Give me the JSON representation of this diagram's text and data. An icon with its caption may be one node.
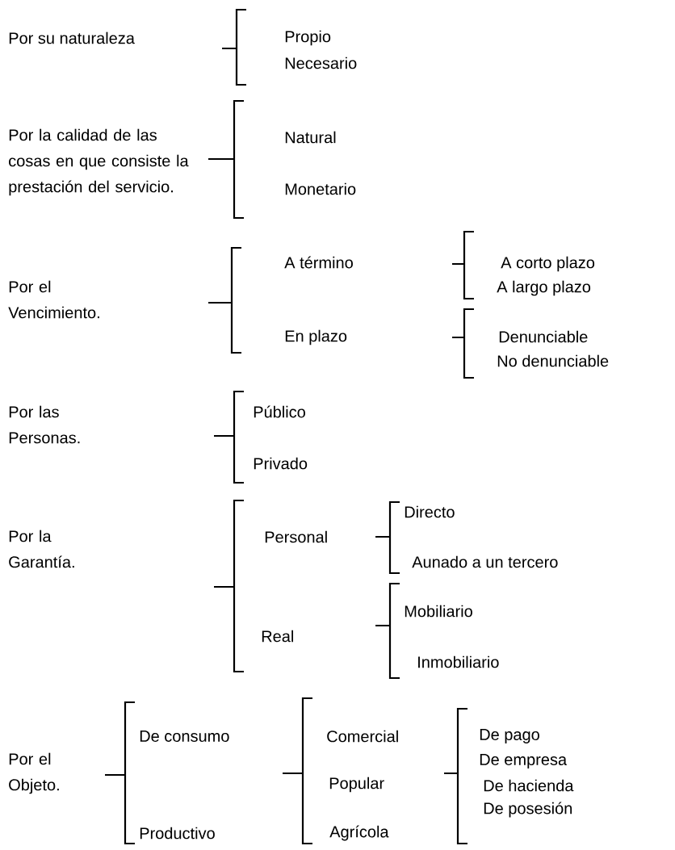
{
  "diagram": {
    "labels": [
      "Por su naturaleza",
      "Propio",
      "Necesario",
      "Por la calidad de las cosas en que consiste la prestación del servicio.",
      "Natural",
      "Monetario",
      "Por el Vencimiento.",
      "A término",
      "En plazo",
      "A corto plazo",
      "A largo plazo",
      "Denunciable",
      "No denunciable",
      "Por las Personas.",
      "Público",
      "Privado",
      "Por la Garantía.",
      "Personal",
      "Directo",
      "Aunado a un tercero",
      "Real",
      "Mobiliario",
      "Inmobiliario",
      "Por el Objeto.",
      "De consumo",
      "Comercial",
      "Popular",
      "Agrícola",
      "De pago",
      "De empresa",
      "De hacienda",
      "De posesión",
      "Productivo"
    ]
  }
}
